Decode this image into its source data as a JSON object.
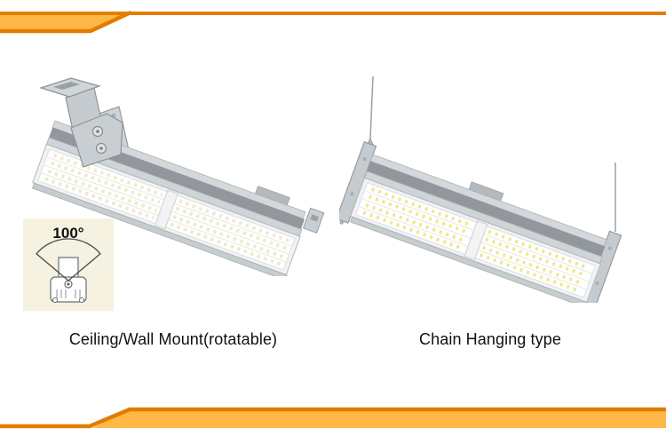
{
  "banner": {
    "fill_color": "#FDB847",
    "border_color": "#E27D00"
  },
  "figures": {
    "left": {
      "caption": "Ceiling/Wall Mount(rotatable)",
      "beam_angle_label": "100°",
      "beam_icon_bg": "#F6F2E1"
    },
    "right": {
      "caption": "Chain Hanging type"
    }
  },
  "fixture_colors": {
    "body_dark_gray": "#91979C",
    "body_light_gray": "#CFD4D7",
    "frame_gray": "#C7CCCF",
    "panel_white": "#FFFFFF",
    "outline_gray": "#8D9398",
    "led_color_left": "#EFEBC8",
    "led_color_right": "#F0E78C"
  }
}
